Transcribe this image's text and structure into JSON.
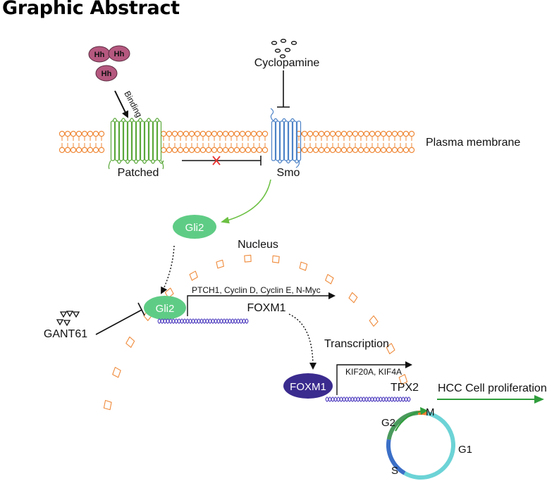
{
  "title": "Graphic Abstract",
  "hedgehog": {
    "ligand_labels": [
      "Hh",
      "Hh",
      "Hh"
    ],
    "binding_label": "Binding"
  },
  "inhibitors": {
    "cyclopamine": "Cyclopamine",
    "gant61": "GANT61"
  },
  "membrane": {
    "label": "Plasma membrane",
    "patched_label": "Patched",
    "smo_label": "Smo"
  },
  "nucleus": {
    "label": "Nucleus"
  },
  "gli2": {
    "cytoplasm_label": "Gli2",
    "nuclear_label": "Gli2"
  },
  "gli2_targets": {
    "label": "PTCH1, Cyclin D, Cyclin E, N-Myc"
  },
  "foxm1": {
    "gene_label": "FOXM1",
    "transcription_label": "Transcription",
    "protein_label": "FOXM1",
    "targets_label": "KIF20A, KIF4A",
    "tpx2_label": "TPX2"
  },
  "outcome": {
    "label": "HCC Cell proliferation"
  },
  "cell_cycle": {
    "phases": {
      "m": "M",
      "g2": "G2",
      "g1": "G1",
      "s": "S"
    }
  },
  "colors": {
    "hh_ligand": "#b5587f",
    "membrane_lipid": "#ef8a3a",
    "patched": "#5aa83a",
    "smo": "#4c82c6",
    "gli2": "#5fcc85",
    "foxm1_protein": "#3a2b8e",
    "dna": "#5b4bc4",
    "inhibition_cross": "#e8302e",
    "activation_arrow": "#6cc043",
    "proliferation_arrow": "#2f9d3b",
    "cycle_g1": "#6cd3d6",
    "cycle_s": "#3b6fc7",
    "cycle_g2": "#4a9a5d",
    "cycle_m": "#f07c2a"
  }
}
